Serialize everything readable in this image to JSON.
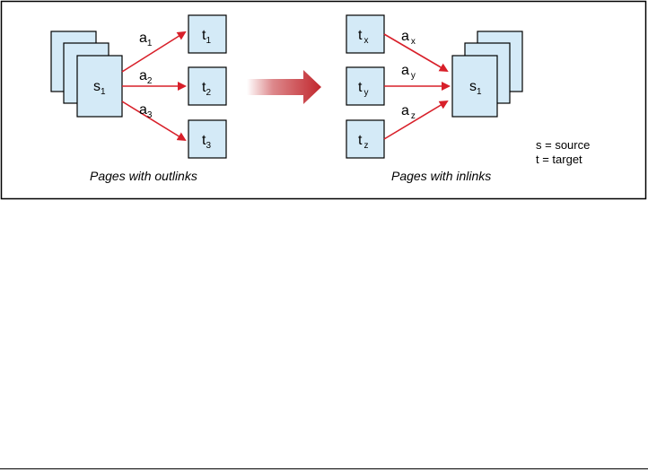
{
  "colors": {
    "page_fill": "#d4eaf7",
    "stroke": "#000000",
    "link": "#d8202a",
    "big_arrow": "#c1272d"
  },
  "left": {
    "caption": "Pages with outlinks",
    "source": {
      "base": "s",
      "sub": "1"
    },
    "targets": [
      {
        "base": "t",
        "sub": "1"
      },
      {
        "base": "t",
        "sub": "2"
      },
      {
        "base": "t",
        "sub": "3"
      }
    ],
    "links": [
      {
        "base": "a",
        "sub": "1"
      },
      {
        "base": "a",
        "sub": "2"
      },
      {
        "base": "a",
        "sub": "3"
      }
    ]
  },
  "right": {
    "caption": "Pages with inlinks",
    "source": {
      "base": "s",
      "sub": "1"
    },
    "targets": [
      {
        "base": "t",
        "sub": "x"
      },
      {
        "base": "t",
        "sub": "y"
      },
      {
        "base": "t",
        "sub": "z"
      }
    ],
    "links": [
      {
        "base": "a",
        "sub": "x"
      },
      {
        "base": "a",
        "sub": "y"
      },
      {
        "base": "a",
        "sub": "z"
      }
    ]
  },
  "legend": {
    "line1": "s = source",
    "line2": "t = target"
  }
}
